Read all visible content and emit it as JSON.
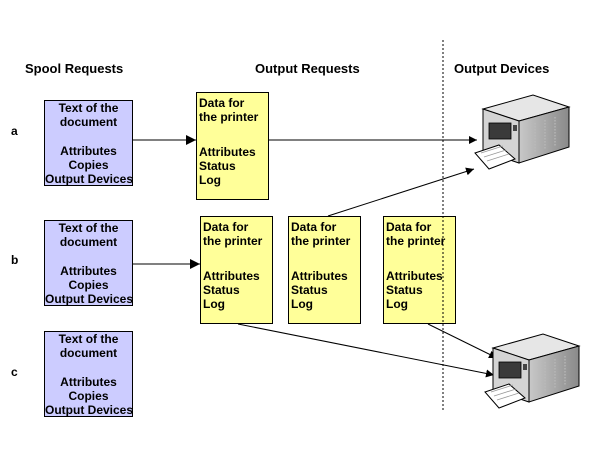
{
  "headings": {
    "spool": "Spool Requests",
    "output": "Output Requests",
    "devices": "Output Devices"
  },
  "rows": [
    "a",
    "b",
    "c"
  ],
  "spool_request": {
    "text_line1": "Text of the",
    "text_line2": "document",
    "attributes": "Attributes",
    "copies": "Copies",
    "devices": "Output Devices"
  },
  "output_request": {
    "data_line1": "Data for",
    "data_line2": "the printer",
    "attributes": "Attributes",
    "status": "Status",
    "log": "Log"
  },
  "colors": {
    "spool_fill": "#ccccff",
    "output_fill": "#ffff99"
  },
  "icons": [
    "printer-icon"
  ]
}
